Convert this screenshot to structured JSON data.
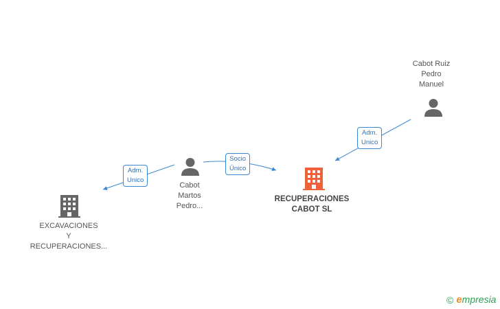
{
  "nodes": {
    "main_company": {
      "label": "RECUPERACIONES\nCABOT SL",
      "color": "#f0613a"
    },
    "other_company": {
      "label": "EXCAVACIONES\nY\nRECUPERACIONES...",
      "color": "#666666"
    },
    "person_martos": {
      "label": "Cabot\nMartos\nPedro...",
      "color": "#666666"
    },
    "person_ruiz": {
      "label": "Cabot Ruiz\nPedro\nManuel",
      "color": "#666666"
    }
  },
  "edges": {
    "ruiz_to_main": {
      "label": "Adm.\nUnico"
    },
    "martos_to_main": {
      "label": "Socio\nÚnico"
    },
    "martos_to_other": {
      "label": "Adm.\nUnico"
    }
  },
  "colors": {
    "edge": "#3a87d4"
  },
  "footer": {
    "copyright": "©",
    "brand_initial": "e",
    "brand_rest": "mpresia"
  }
}
